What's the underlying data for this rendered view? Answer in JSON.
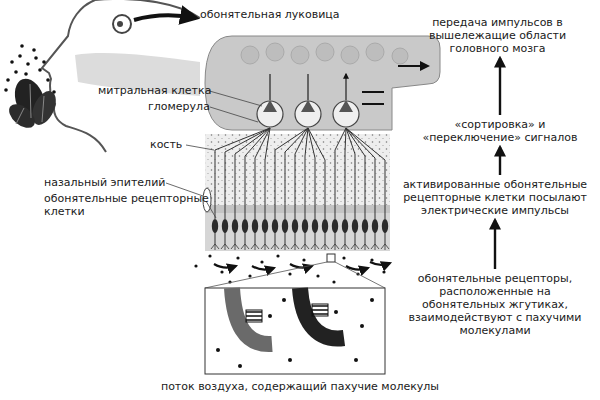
{
  "diagram": {
    "nodes": [
      {
        "text": [
          "передача импульсов в вышележащие области головного мозга"
        ]
      },
      {
        "text": [
          "«сортировка» и «переключение» сигналов"
        ]
      },
      {
        "text": [
          "активированные обонятельные рецепторные клетки посылают электрические импульсы"
        ]
      },
      {
        "text": [
          "обонятельные рецепторы, расположенные на обонятельных жгутиках, взаимодействуют с пахучими молекулами"
        ]
      }
    ],
    "edges": [
      {
        "from": 3,
        "to": 2,
        "arrow": "to"
      },
      {
        "from": 2,
        "to": 1,
        "arrow": "to"
      },
      {
        "from": 1,
        "to": 0,
        "arrow": "to"
      }
    ],
    "labels": [
      "обонятельная луковица",
      "митральная клетка",
      "гломерула",
      "кость",
      "назальный эпителий",
      "обонятельные рецепторные клетки",
      "поток воздуха, содержащий пахучие молекулы"
    ]
  }
}
